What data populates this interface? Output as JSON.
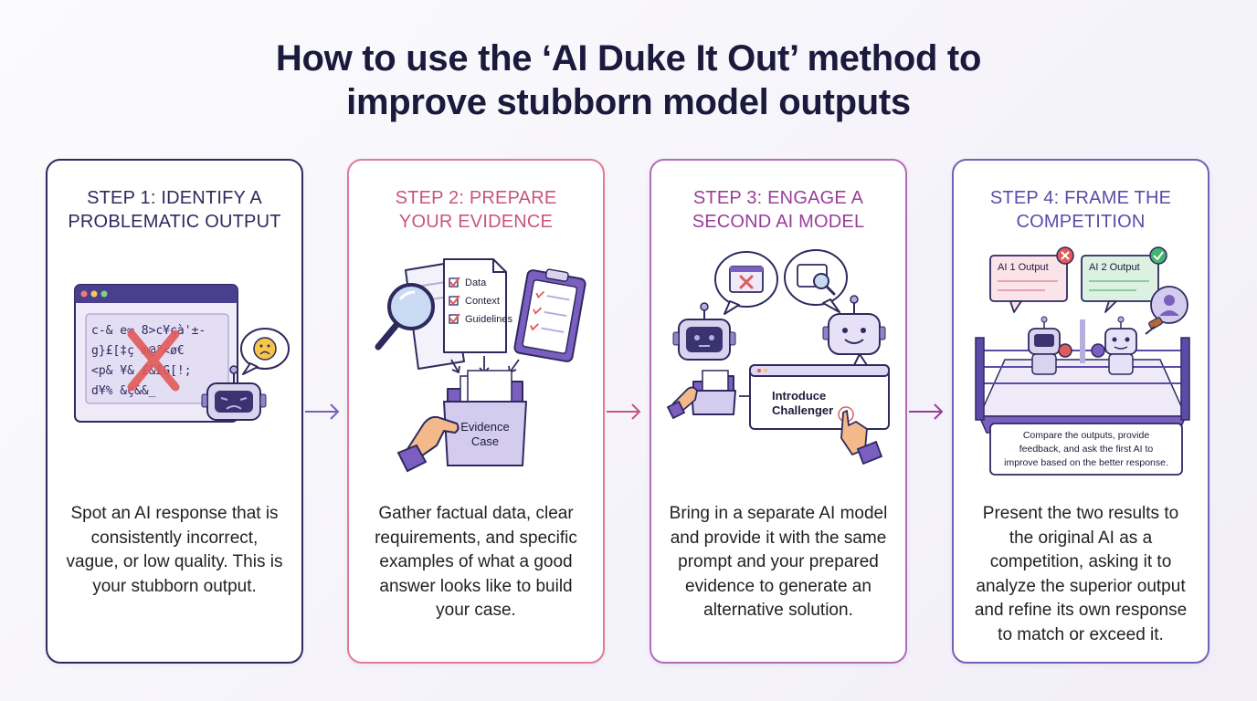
{
  "title": {
    "line1": "How to use the ‘AI Duke It Out’ method to",
    "line2": "improve stubborn model outputs"
  },
  "steps": [
    {
      "heading_line1": "STEP 1: IDENTIFY A",
      "heading_line2": "PROBLEMATIC OUTPUT",
      "body": "Spot an AI response that is consistently incorrect, vague, or low quality. This is your stubborn output.",
      "illustration": {
        "garbled_lines": [
          "c-& e∞ 8>c¥çà'±-",
          "g}£[‡ç m@°<ø€",
          "<p& ¥& £&£G[!;",
          "d¥% &ç&&_"
        ],
        "icons": [
          "browser-window-icon",
          "red-x-icon",
          "sad-robot-icon",
          "sad-face-bubble-icon"
        ]
      }
    },
    {
      "heading_line1": "STEP 2: PREPARE",
      "heading_line2": "YOUR EVIDENCE",
      "body": "Gather factual data, clear requirements, and specific examples of what a good answer looks like to build your case.",
      "illustration": {
        "checklist": [
          "Data",
          "Context",
          "Guidelines"
        ],
        "folder_label_line1": "Evidence",
        "folder_label_line2": "Case",
        "icons": [
          "magnifier-icon",
          "document-icon",
          "clipboard-icon",
          "folder-icon",
          "hand-icon"
        ]
      }
    },
    {
      "heading_line1": "STEP 3: ENGAGE A",
      "heading_line2": "SECOND AI MODEL",
      "body": "Bring in a separate AI model and provide it with the same prompt and your prepared evidence to generate an alternative solution.",
      "illustration": {
        "button_line1": "Introduce",
        "button_line2": "Challenger",
        "icons": [
          "robot-icon",
          "happy-robot-icon",
          "error-window-bubble-icon",
          "search-bubble-icon",
          "folder-icon",
          "pointer-hand-icon"
        ]
      }
    },
    {
      "heading_line1": "STEP 4: FRAME THE",
      "heading_line2": "COMPETITION",
      "body": "Present the two results to the original AI as a competition, asking it to analyze the superior output and refine its own response to match or exceed it.",
      "illustration": {
        "output1_label": "AI 1 Output",
        "output2_label": "AI 2 Output",
        "note_line1": "Compare the outputs, provide",
        "note_line2": "feedback, and ask the first AI to",
        "note_line3": "improve based on the better response.",
        "icons": [
          "boxing-ring-icon",
          "boxing-robot-icon",
          "judge-avatar-icon",
          "gavel-icon",
          "check-icon",
          "cross-icon"
        ]
      }
    }
  ],
  "colors": {
    "title": "#1b1a3d",
    "step1": "#2e2a5e",
    "step2": "#c8547f",
    "step3": "#9a3d9a",
    "step4": "#5d4aa8",
    "accent_purple": "#7a5fc0",
    "error_red": "#e05a5a",
    "success_green": "#3fb56e"
  }
}
